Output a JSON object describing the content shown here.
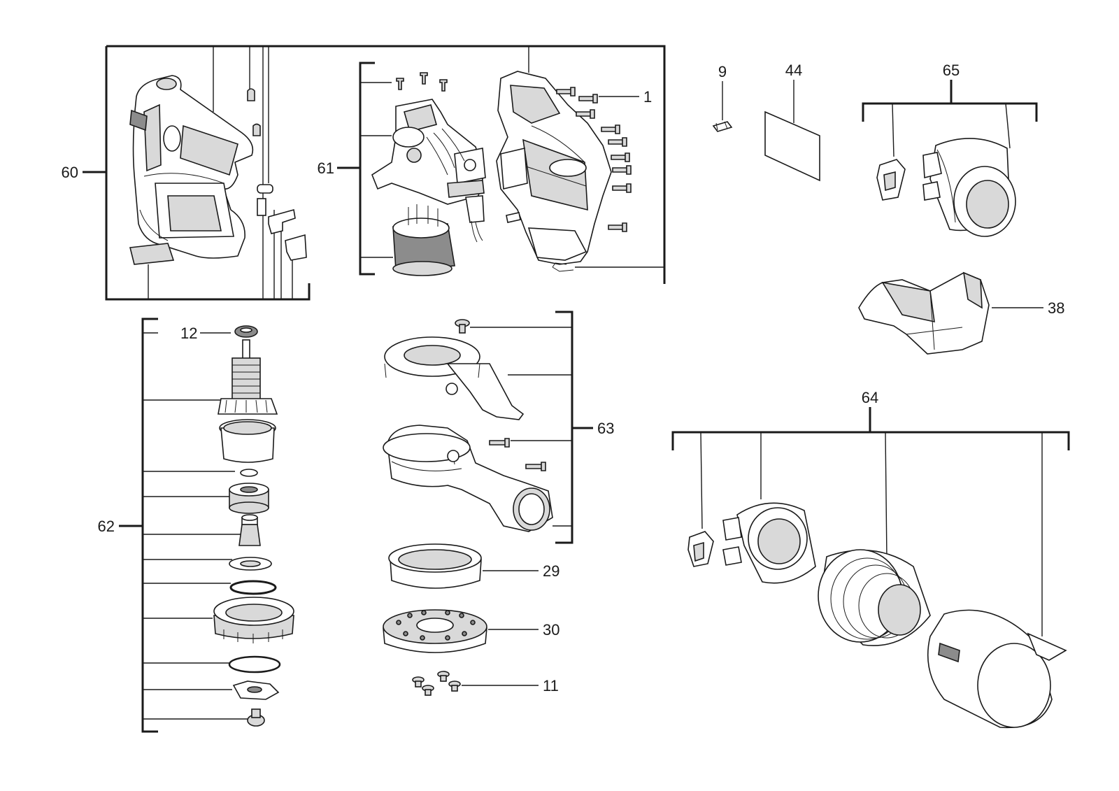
{
  "diagram": {
    "labels": {
      "l60": "60",
      "l61": "61",
      "l62": "62",
      "l63": "63",
      "l64": "64",
      "l65": "65",
      "l1": "1",
      "l9": "9",
      "l44": "44",
      "l38": "38",
      "l12": "12",
      "l29": "29",
      "l30": "30",
      "l11": "11"
    }
  }
}
